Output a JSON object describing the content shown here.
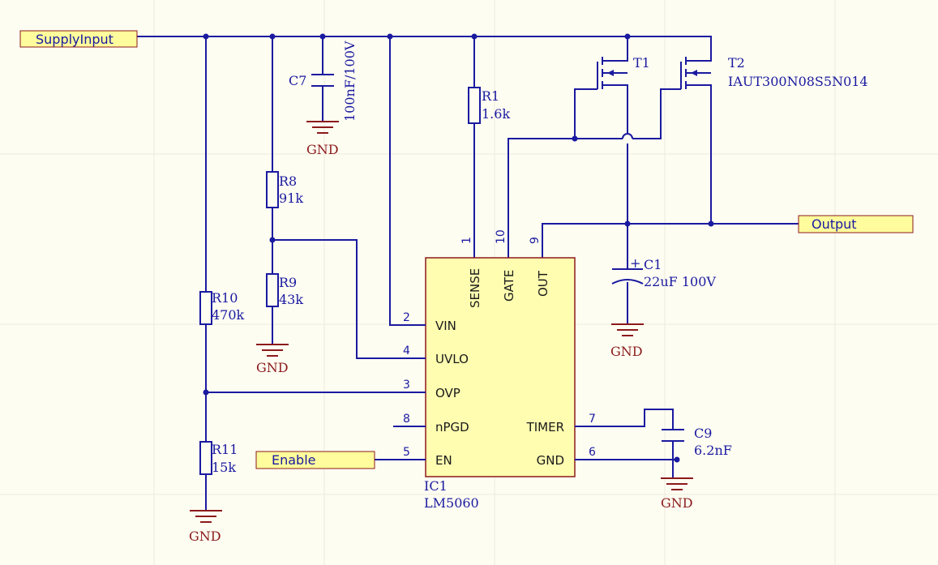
{
  "ports": {
    "supply": "SupplyInput",
    "output": "Output",
    "enable": "Enable"
  },
  "ic": {
    "ref": "IC1",
    "value": "LM5060",
    "pins": {
      "sense": {
        "name": "SENSE",
        "num": "1"
      },
      "gate": {
        "name": "GATE",
        "num": "10"
      },
      "out": {
        "name": "OUT",
        "num": "9"
      },
      "vin": {
        "name": "VIN",
        "num": "2"
      },
      "uvlo": {
        "name": "UVLO",
        "num": "4"
      },
      "ovp": {
        "name": "OVP",
        "num": "3"
      },
      "npgd": {
        "name": "nPGD",
        "num": "8"
      },
      "en": {
        "name": "EN",
        "num": "5"
      },
      "timer": {
        "name": "TIMER",
        "num": "7"
      },
      "gnd": {
        "name": "GND",
        "num": "6"
      }
    }
  },
  "components": {
    "c7": {
      "ref": "C7",
      "value": "100nF/100V"
    },
    "r1": {
      "ref": "R1",
      "value": "1.6k"
    },
    "r8": {
      "ref": "R8",
      "value": "91k"
    },
    "r9": {
      "ref": "R9",
      "value": "43k"
    },
    "r10": {
      "ref": "R10",
      "value": "470k"
    },
    "r11": {
      "ref": "R11",
      "value": "15k"
    },
    "c1": {
      "ref": "C1",
      "value": "22uF 100V",
      "polarity": "+"
    },
    "c9": {
      "ref": "C9",
      "value": "6.2nF"
    },
    "t1": {
      "ref": "T1"
    },
    "t2": {
      "ref": "T2",
      "value": "IAUT300N08S5N014"
    }
  },
  "gnd_label": "GND",
  "colors": {
    "background": "#fefdf2",
    "wire": "#1a1aa0",
    "ground": "#8b1a1a",
    "port_fill": "#fefc9c",
    "ic_fill": "#fefdb0",
    "ic_border": "#8b1a1a"
  }
}
